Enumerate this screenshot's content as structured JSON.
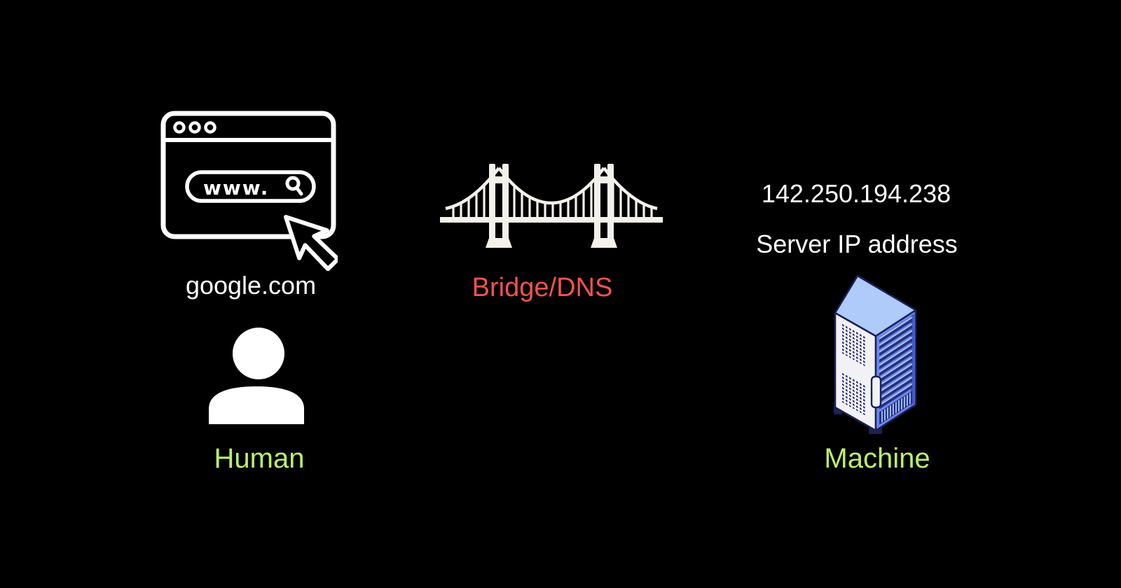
{
  "scene": {
    "background": "#000000",
    "description_icons": {
      "browser": "browser-window-with-cursor-icon",
      "person": "person-icon",
      "bridge": "suspension-bridge-icon",
      "server": "server-rack-icon"
    }
  },
  "browser_node": {
    "address_text": "www.",
    "site_label": "google.com"
  },
  "human_node": {
    "label": "Human"
  },
  "bridge_node": {
    "label": "Bridge/DNS"
  },
  "server_node": {
    "ip_address": "142.250.194.238",
    "caption": "Server IP address",
    "label": "Machine"
  },
  "colors": {
    "background": "#000000",
    "text_primary": "#ffffff",
    "label_green": "#bdf168",
    "label_red": "#f3534e",
    "icon_offwhite": "#f4f1ea",
    "server_top": "#aecbfa",
    "server_side": "#f2f1f6",
    "server_front": "#6b87f2",
    "server_slat_dark": "#27307c",
    "server_slat_light": "#a9c6fb",
    "server_outline": "#1b2255"
  }
}
